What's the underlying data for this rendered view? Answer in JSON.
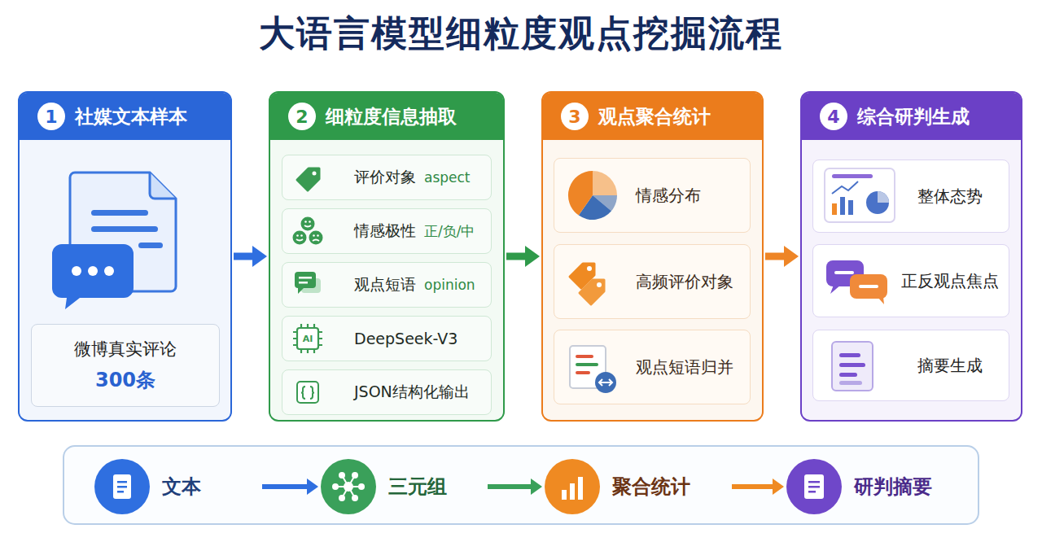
{
  "diagram": {
    "title": "大语言模型细粒度观点挖掘流程",
    "nodes": [
      {
        "text": [
          "1",
          "社媒文本样本"
        ]
      },
      {
        "text": [
          "微博真实评论",
          "300条"
        ],
        "in": 0
      },
      {
        "text": [
          "2",
          "细粒度信息抽取"
        ]
      },
      {
        "text": [
          "评价对象",
          "aspect"
        ],
        "in": 2
      },
      {
        "text": [
          "情感极性",
          "正/负/中"
        ],
        "in": 2
      },
      {
        "text": [
          "观点短语",
          "opinion"
        ],
        "in": 2
      },
      {
        "text": [
          "DeepSeek-V3"
        ],
        "in": 2
      },
      {
        "text": [
          "JSON结构化输出"
        ],
        "in": 2
      },
      {
        "text": [
          "3",
          "观点聚合统计"
        ]
      },
      {
        "text": [
          "情感分布"
        ],
        "in": 8
      },
      {
        "text": [
          "高频评价对象"
        ],
        "in": 8
      },
      {
        "text": [
          "观点短语归并"
        ],
        "in": 8
      },
      {
        "text": [
          "4",
          "综合研判生成"
        ]
      },
      {
        "text": [
          "整体态势"
        ],
        "in": 12
      },
      {
        "text": [
          "正反观点焦点"
        ],
        "in": 12
      },
      {
        "text": [
          "摘要生成"
        ],
        "in": 12
      },
      {
        "text": [
          "文本"
        ]
      },
      {
        "text": [
          "三元组"
        ]
      },
      {
        "text": [
          "聚合统计"
        ]
      },
      {
        "text": [
          "研判摘要"
        ]
      }
    ],
    "edges": [
      {
        "from": 0,
        "to": 2,
        "arrow": "to"
      },
      {
        "from": 2,
        "to": 8,
        "arrow": "to"
      },
      {
        "from": 8,
        "to": 12,
        "arrow": "to"
      },
      {
        "from": 16,
        "to": 17,
        "arrow": "to"
      },
      {
        "from": 17,
        "to": 18,
        "arrow": "to"
      },
      {
        "from": 18,
        "to": 19,
        "arrow": "to"
      }
    ],
    "labels": [
      "AI"
    ]
  }
}
